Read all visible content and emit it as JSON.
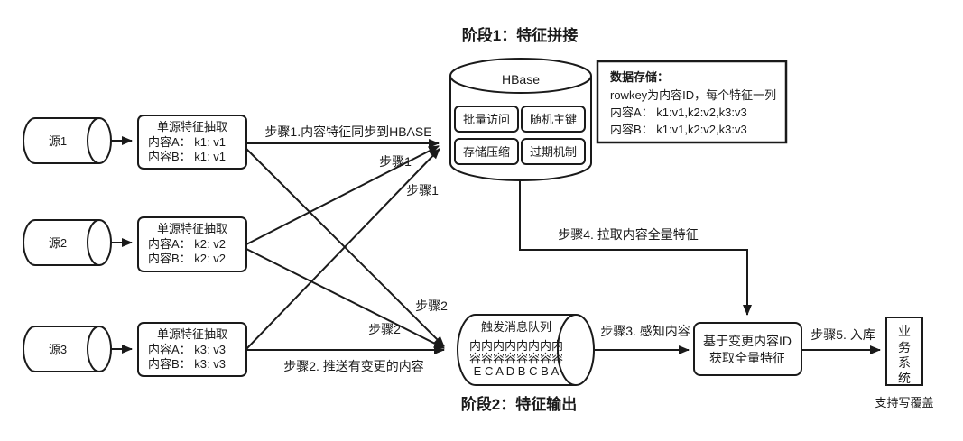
{
  "titles": {
    "stage1": "阶段1：特征拼接",
    "stage2": "阶段2：特征输出"
  },
  "sources": [
    {
      "label": "源1"
    },
    {
      "label": "源2"
    },
    {
      "label": "源3"
    }
  ],
  "extractors": [
    {
      "lines": [
        "单源特征抽取",
        "内容A： k1: v1",
        "内容B： k1: v1"
      ]
    },
    {
      "lines": [
        "单源特征抽取",
        "内容A： k2: v2",
        "内容B： k2: v2"
      ]
    },
    {
      "lines": [
        "单源特征抽取",
        "内容A： k3: v3",
        "内容B： k3: v3"
      ]
    }
  ],
  "hbase": {
    "title": "HBase",
    "features": [
      "批量访问",
      "随机主键",
      "存储压缩",
      "过期机制"
    ]
  },
  "storage_note": {
    "title": "数据存储：",
    "lines": [
      "rowkey为内容ID，每个特征一列",
      "内容A： k1:v1,k2:v2,k3:v3",
      "内容B： k1:v1,k2:v2,k3:v3"
    ]
  },
  "queue": {
    "lines": [
      "触发消息队列",
      "内内内内内内内内",
      "容容容容容容容容",
      "E C A D B C B A"
    ]
  },
  "fetch_box": {
    "lines": [
      "基于变更内容ID",
      "获取全量特征"
    ]
  },
  "business": {
    "chars": [
      "业",
      "务",
      "系",
      "统"
    ],
    "note": "支持写覆盖"
  },
  "steps": {
    "step1_main": "步骤1.内容特征同步到HBASE",
    "step1_b": "步骤1",
    "step1_c": "步骤1",
    "step2_a": "步骤2",
    "step2_b": "步骤2",
    "step2_main": "步骤2. 推送有变更的内容",
    "step3": "步骤3. 感知内容",
    "step4": "步骤4. 拉取内容全量特征",
    "step5": "步骤5. 入库"
  },
  "colors": {
    "stroke": "#1a1a1a",
    "background": "#ffffff"
  }
}
